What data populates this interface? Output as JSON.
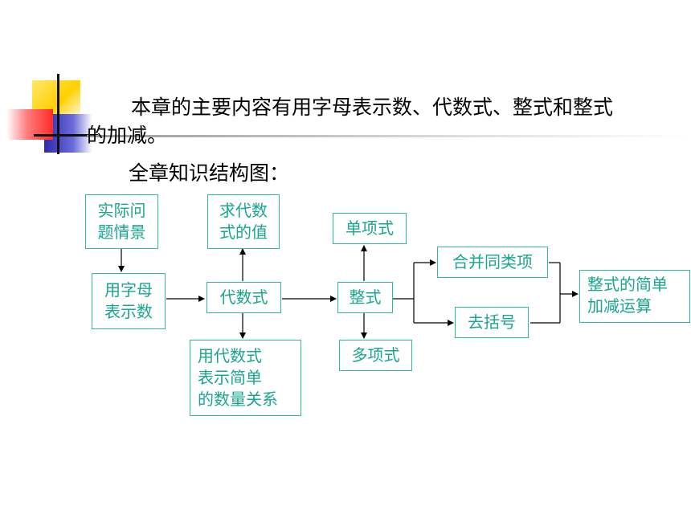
{
  "intro": {
    "line1": "本章的主要内容有用字母表示数、代数式、整式和整式",
    "line2": "的加减。",
    "line3": "全章知识结构图："
  },
  "diagram": {
    "nodes": {
      "real_problem": "实际问\n题情景",
      "evaluate": "求代数\n式的值",
      "monomial": "单项式",
      "letters": "用字母\n表示数",
      "algebraic": "代数式",
      "integral": "整式",
      "combine": "合并同类项",
      "brackets": "去括号",
      "polynomial": "多项式",
      "express": "用代数式\n表示简单\n的数量关系",
      "operations": "整式的简单\n加减运算"
    }
  },
  "colors": {
    "box_border": "#2fb9a3",
    "box_text": "#1aa58f",
    "deco_yellow": "#ffd700",
    "deco_blue": "#2b2bb0",
    "deco_red": "#ff3b3b"
  }
}
